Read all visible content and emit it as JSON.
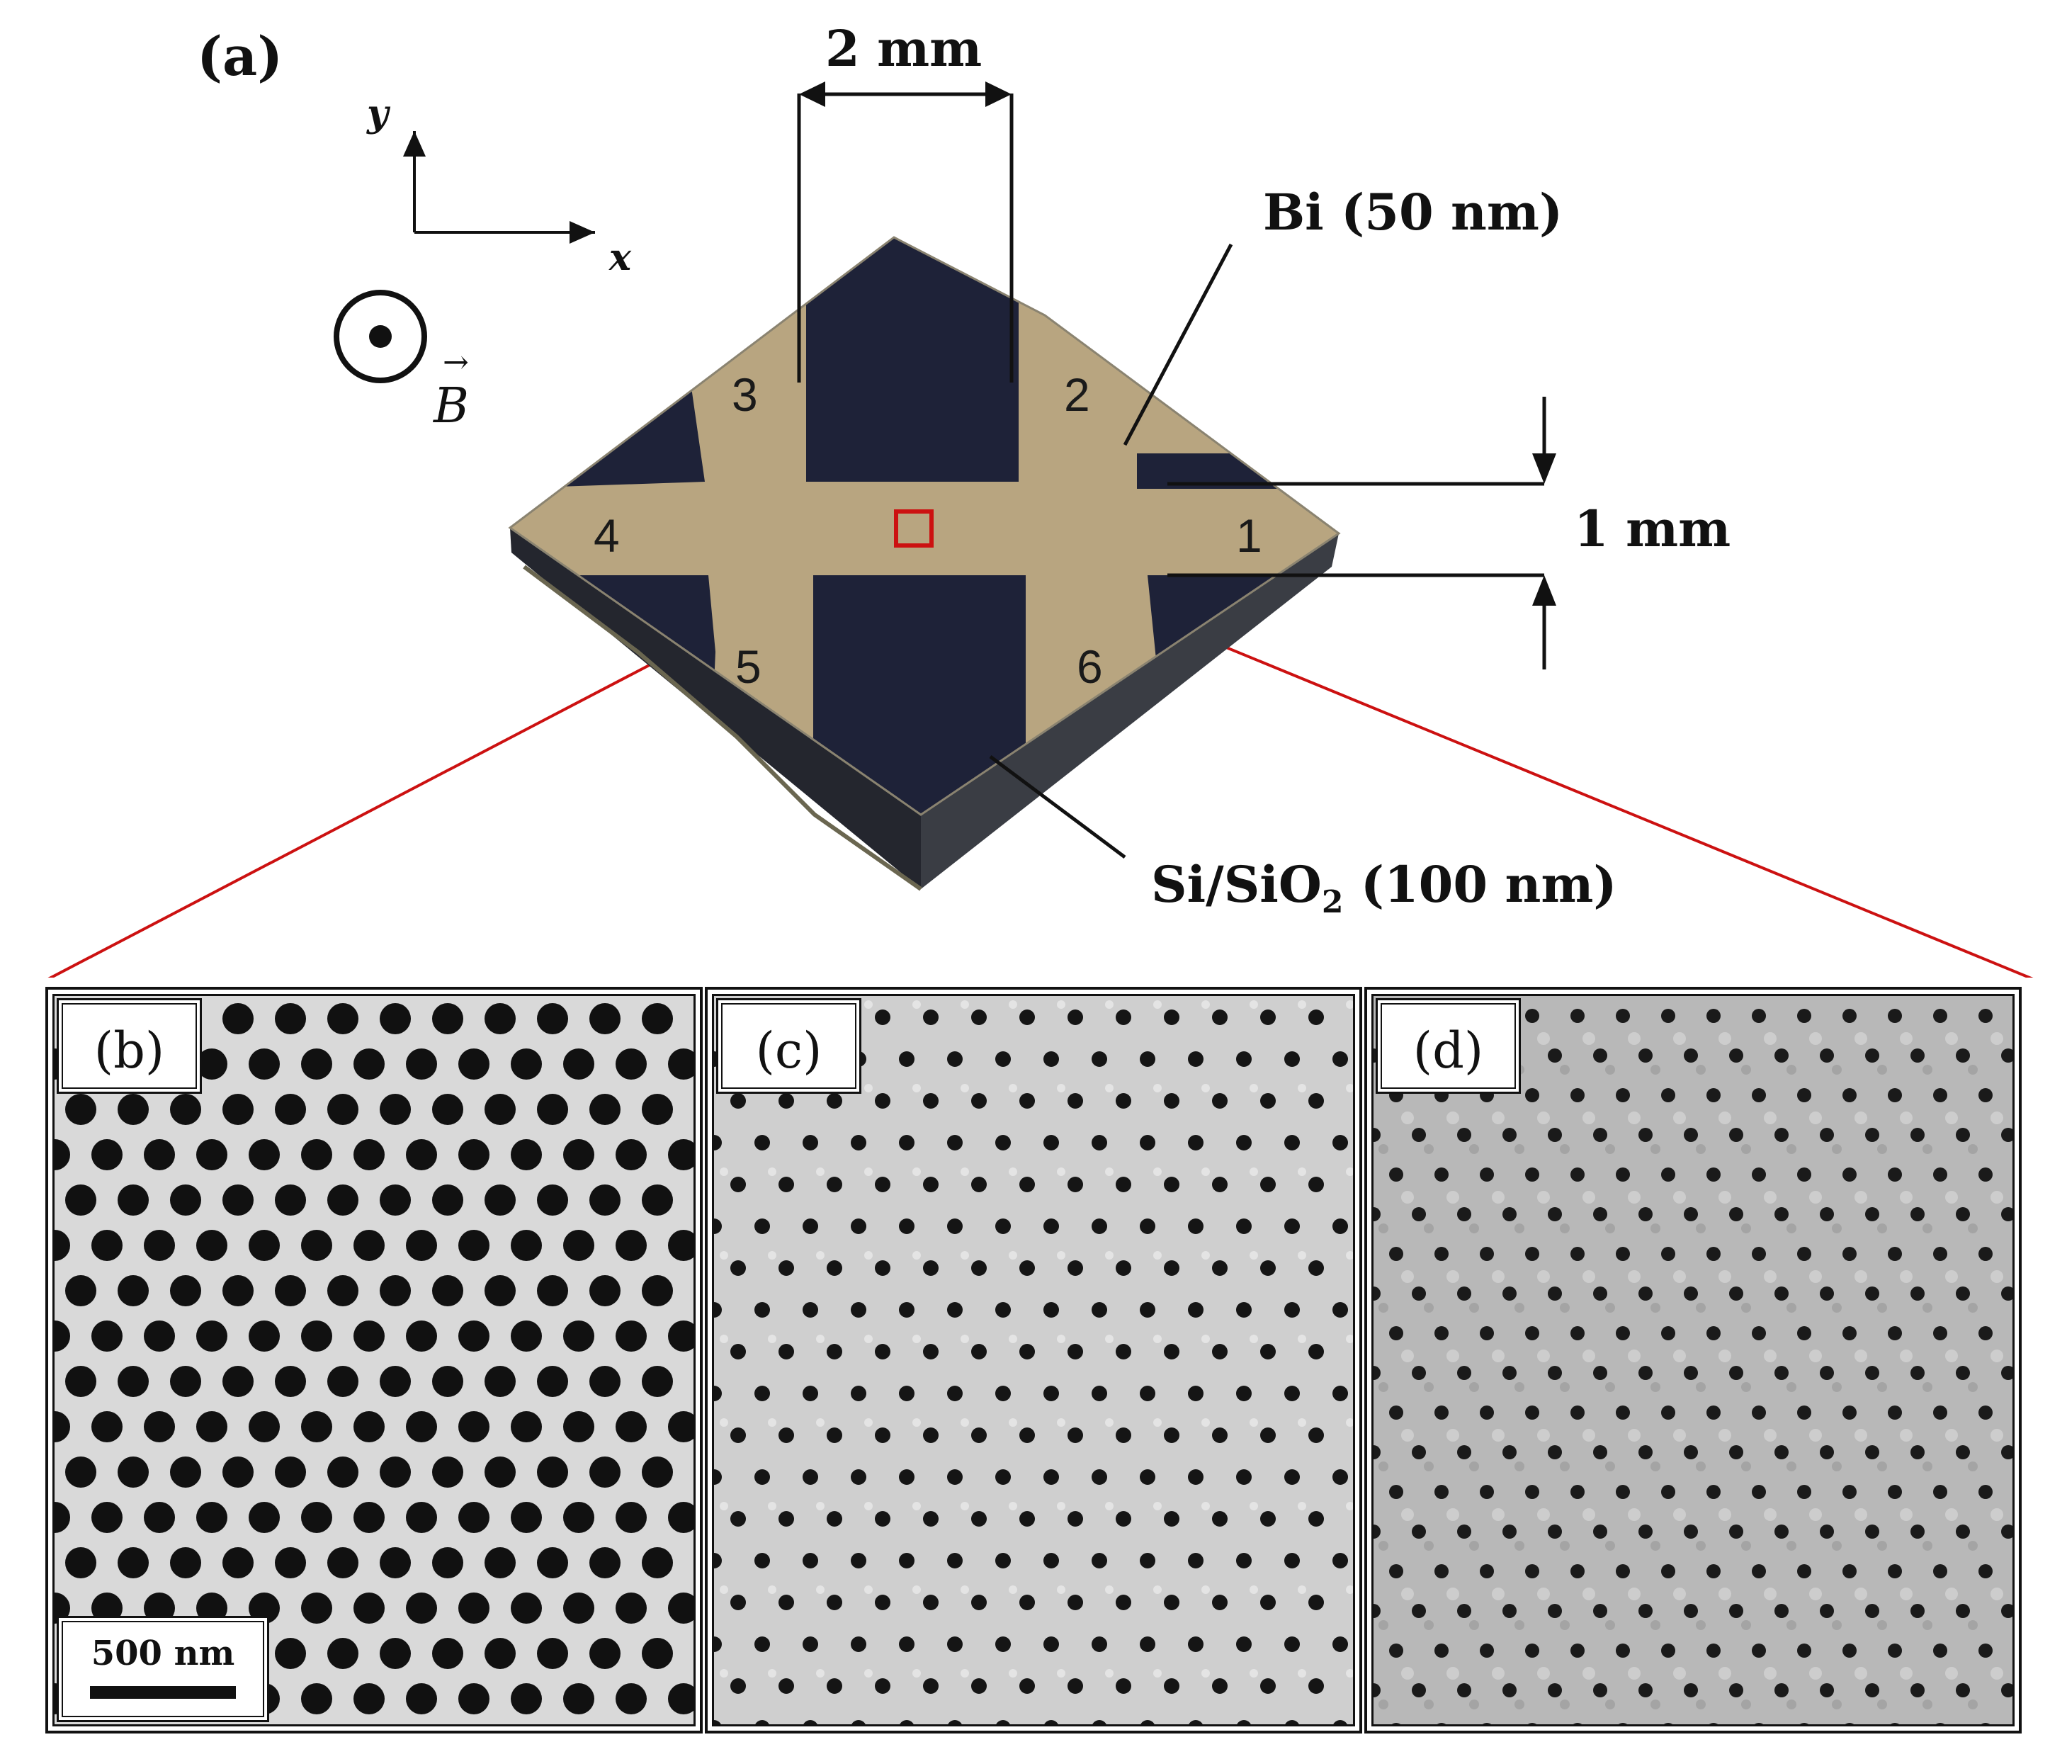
{
  "panel_a": {
    "label": "(a)",
    "axes": {
      "x": "x",
      "y": "y"
    },
    "field_symbol": "B",
    "field_direction": "out-of-plane (⊙)",
    "dim_width": "2 mm",
    "dim_channel": "1 mm",
    "bi_label": "Bi (50 nm)",
    "substrate_label": {
      "main": "Si/SiO",
      "sub": "2",
      "suffix": " (100 nm)"
    },
    "contacts": [
      "1",
      "2",
      "3",
      "4",
      "5",
      "6"
    ],
    "colors": {
      "bi": "#b8a580",
      "substrate": "#1e2238",
      "zoom": "#cc1111"
    }
  },
  "panels": [
    {
      "label": "(b)",
      "scale_bar": "500 nm"
    },
    {
      "label": "(c)"
    },
    {
      "label": "(d)"
    }
  ]
}
